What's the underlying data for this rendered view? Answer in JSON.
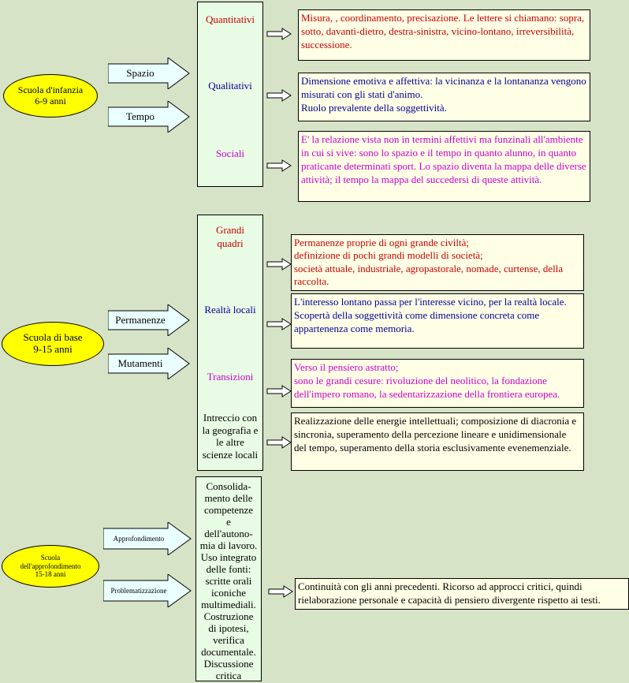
{
  "colors": {
    "background": "#d7e3c6",
    "ellipse": "#ffff00",
    "column": "#e8fbe4",
    "box": "#ffffe6",
    "arrow_fill": "#eaffff",
    "red": "#cc0000",
    "blue": "#000099",
    "magenta": "#cc00cc"
  },
  "section1": {
    "stage": "Scuola d'infanzia\n6-9 anni",
    "arrows": [
      "Spazio",
      "Tempo"
    ],
    "categories": [
      "Quantitativi",
      "Qualitativi",
      "Sociali"
    ],
    "boxes": [
      "Misura, , coordinamento, precisazione. Le lettere si chiamano: sopra, sotto, davanti-dietro, destra-sinistra, vicino-lontano, irreversibilità, successione.",
      "Dimensione emotiva e affettiva: la vicinanza e la lontananza vengono misurati con gli stati d'animo.\nRuolo prevalente della soggettività.",
      "E' la relazione vista non in termini affettivi ma funzinali all'ambiente in cui si vive: sono lo spazio e il tempo in quanto alunno, in quanto praticante determinati sport. Lo spazio diventa la mappa delle diverse attività; il tempo la mappa del succedersi di queste attività."
    ]
  },
  "section2": {
    "stage": "Scuola di base\n9-15 anni",
    "arrows": [
      "Permanenze",
      "Mutamenti"
    ],
    "categories": [
      "Grandi\nquadri",
      "Realtà locali",
      "Transizioni",
      "Intreccio con\nla geografia e\nle altre\nscienze locali"
    ],
    "boxes": [
      "Permanenze proprie di ogni grande civiltà;\ndefinizione di pochi grandi modelli di società;\nsocietà attuale, industriale, agropastorale, nomade, curtense, della raccolta.",
      "L'interesso lontano passa per l'interesse vicino, per la realtà locale. Scopertà della soggettività come dimensione concreta come appartenenza come memoria.",
      "Verso il pensiero astratto;\nsono le grandi cesure: rivoluzione del neolitico, la fondazione dell'impero romano, la sedentarizzazione della frontiera europea.",
      "Realizzazione delle energie intellettuali; composizione di diacronia e sincronia, superamento della percezione lineare e unidimensionale del tempo, superamento della storia esclusivamente evenemenziale."
    ]
  },
  "section3": {
    "stage": "Scuola\ndell'approfondimento\n15-18 anni",
    "arrows": [
      "Approfondimento",
      "Problematizzazione"
    ],
    "column_text": "Consolida-\nmento delle\ncompetenze\ne\ndell'autono-\nmia di lavoro.\nUso integrato\ndelle fonti:\nscritte orali\niconiche\nmultimediali.\nCostruzione\ndi ipotesi,\nverifica\ndocumentale.\nDiscussione\ncritica",
    "box": "Continuità con gli anni precedenti. Ricorso ad approcci critici, quindi rielaborazione personale e capacità di pensiero divergente rispetto ai testi."
  }
}
